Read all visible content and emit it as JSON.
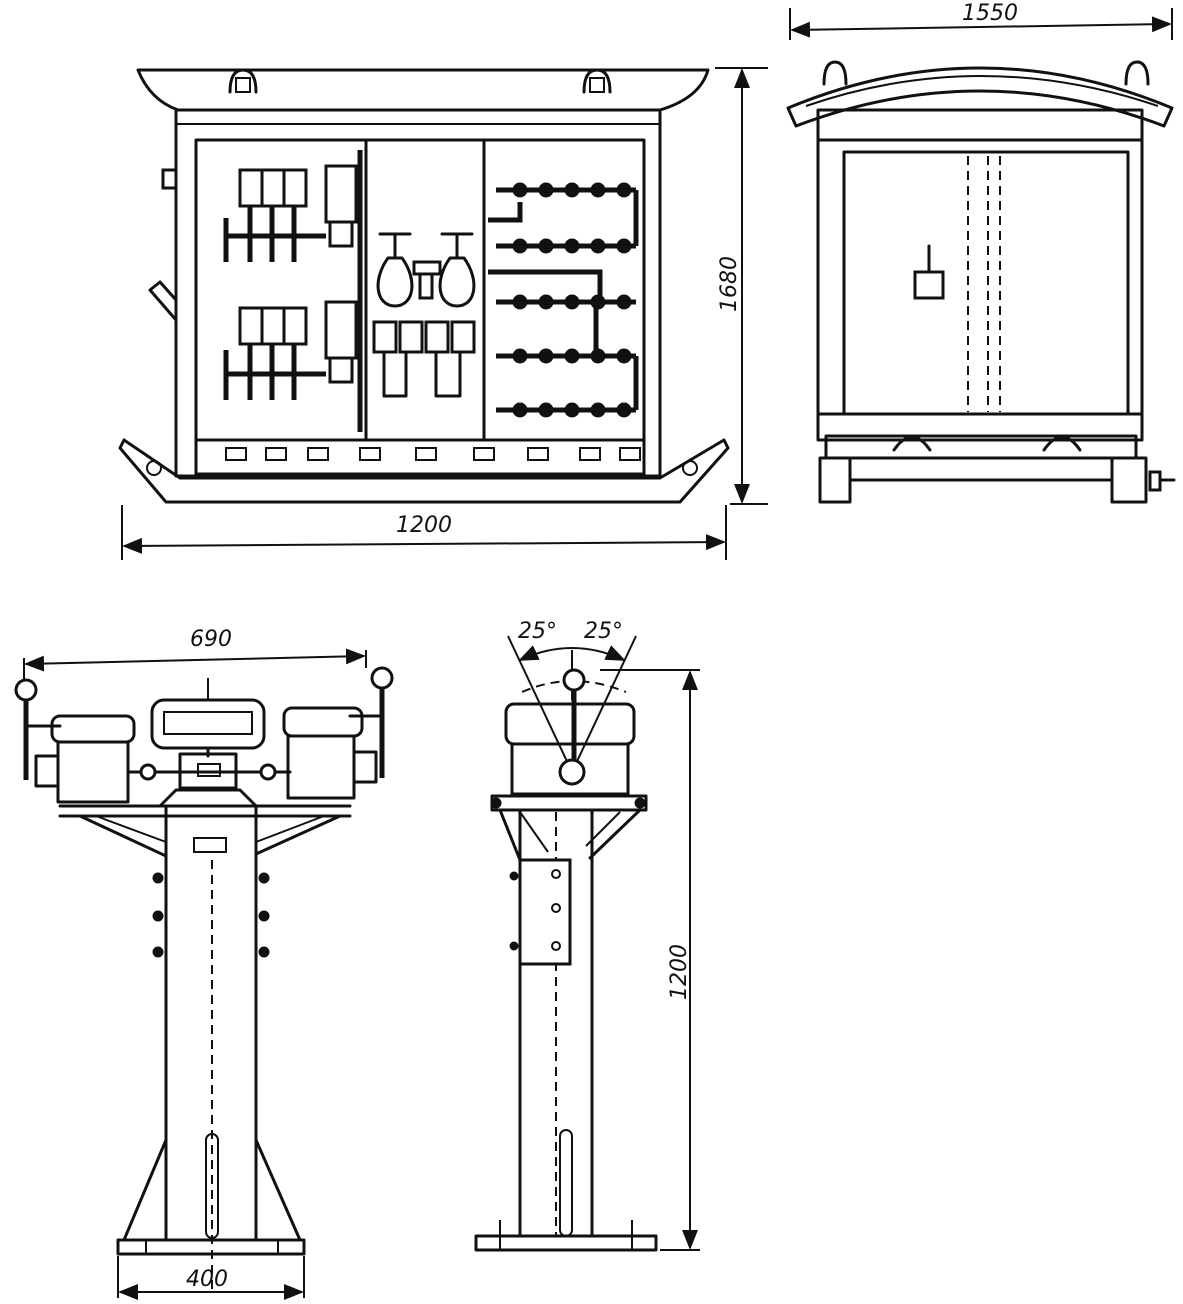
{
  "drawing": {
    "top_left_view": {
      "width_label": "1200",
      "height_label": "1680"
    },
    "top_right_view": {
      "width_label": "1550"
    },
    "bottom_left_view": {
      "width_label": "690",
      "base_label": "400"
    },
    "bottom_right_view": {
      "height_label": "1200",
      "angle_left_label": "25°",
      "angle_right_label": "25°"
    }
  }
}
